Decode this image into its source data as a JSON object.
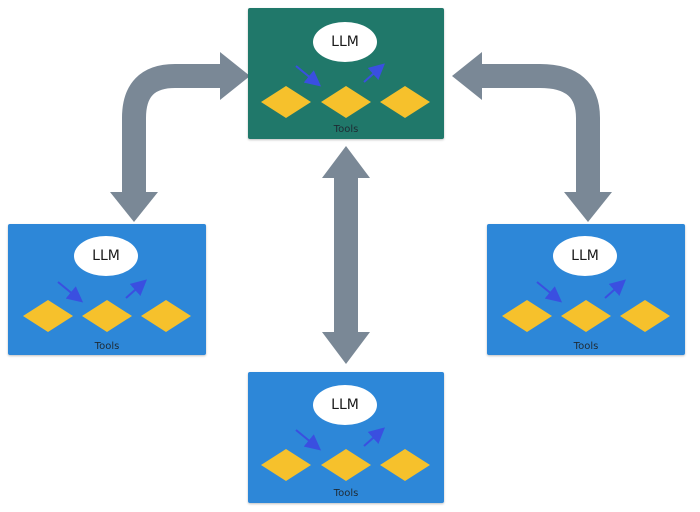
{
  "colors": {
    "hub": "#20786a",
    "spoke": "#2d87d8",
    "arrow": "#7a8896",
    "tool": "#f6c12c",
    "flow": "#3a4fe0",
    "bubble": "#ffffff"
  },
  "nodes": [
    {
      "id": "top",
      "llm_label": "LLM",
      "tools_label": "Tools"
    },
    {
      "id": "left",
      "llm_label": "LLM",
      "tools_label": "Tools"
    },
    {
      "id": "right",
      "llm_label": "LLM",
      "tools_label": "Tools"
    },
    {
      "id": "bottom",
      "llm_label": "LLM",
      "tools_label": "Tools"
    }
  ]
}
